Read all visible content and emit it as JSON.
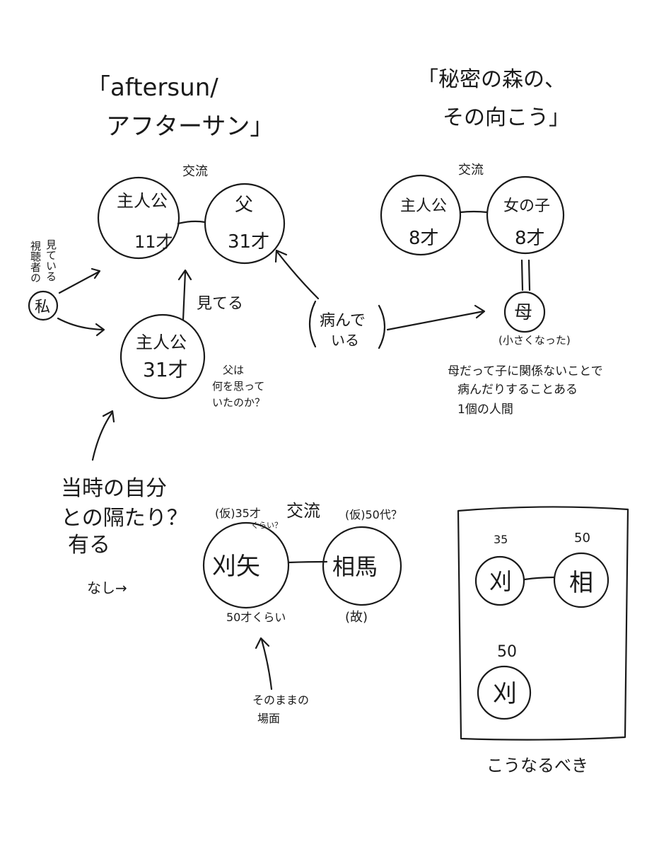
{
  "diagram_left": {
    "title_line1": "「aftersun/",
    "title_line2": "アフターサン」",
    "exchange_label": "交流",
    "protagonist": {
      "name": "主人公",
      "age": "11才"
    },
    "father": {
      "name": "父",
      "age": "31才"
    },
    "viewer": {
      "name": "私",
      "note": "視聴者の",
      "note2": "見ている"
    },
    "adult_protagonist": {
      "name": "主人公",
      "age": "31才"
    },
    "watching_label": "見てる",
    "question": [
      "父は",
      "何を思って",
      "いたのか？"
    ],
    "sick_label": [
      "病んで",
      "いる"
    ]
  },
  "diagram_right": {
    "title_line1": "「秘密の森の、",
    "title_line2": "その向こう」",
    "exchange_label": "交流",
    "protagonist": {
      "name": "主人公",
      "age": "8才"
    },
    "girl": {
      "name": "女の子",
      "age": "8才"
    },
    "mother": {
      "name": "母",
      "note": "(小さくなった)"
    },
    "notes": [
      "母だって子に関係ないことで",
      "病んだりすることある",
      "1個の人間"
    ]
  },
  "diagram_bottom": {
    "gap_label": [
      "当時の自分",
      "との隔たり？",
      "有る"
    ],
    "none_label": "なし→",
    "exchange_label": "交流",
    "kariya_tentative": "(仮)35才",
    "kariya_tentative_sub": "くらい？",
    "aima_tentative": "(仮)50代？",
    "kariya": "刈矢",
    "aima": "相馬",
    "kariya_age_note": "50才くらい",
    "aima_status": "(故)",
    "as_is_label": [
      "そのままの",
      "場面"
    ]
  },
  "boxed_diagram": {
    "age_kari": "35",
    "age_ai": "50",
    "kari_short": "刈",
    "ai_short": "相",
    "age_kari_alone": "50",
    "kari_alone": "刈",
    "caption": "こうなるべき"
  }
}
